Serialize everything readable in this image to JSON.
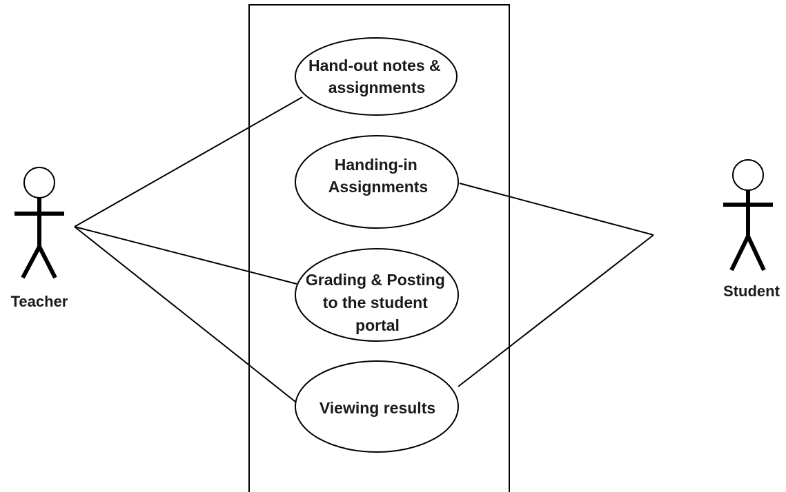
{
  "actors": {
    "teacher": {
      "label": "Teacher"
    },
    "student": {
      "label": "Student"
    }
  },
  "use_cases": [
    {
      "lines": [
        "Hand-out notes &",
        "assignments"
      ]
    },
    {
      "lines": [
        "Handing-in",
        "Assignments"
      ]
    },
    {
      "lines": [
        "Grading & Posting",
        "to the student",
        "portal"
      ]
    },
    {
      "lines": [
        "Viewing results"
      ]
    }
  ],
  "associations": [
    {
      "actor": "Teacher",
      "use_case": "Hand-out notes & assignments"
    },
    {
      "actor": "Teacher",
      "use_case": "Grading & Posting to the student portal"
    },
    {
      "actor": "Teacher",
      "use_case": "Viewing results"
    },
    {
      "actor": "Student",
      "use_case": "Handing-in Assignments"
    },
    {
      "actor": "Student",
      "use_case": "Viewing results"
    }
  ]
}
